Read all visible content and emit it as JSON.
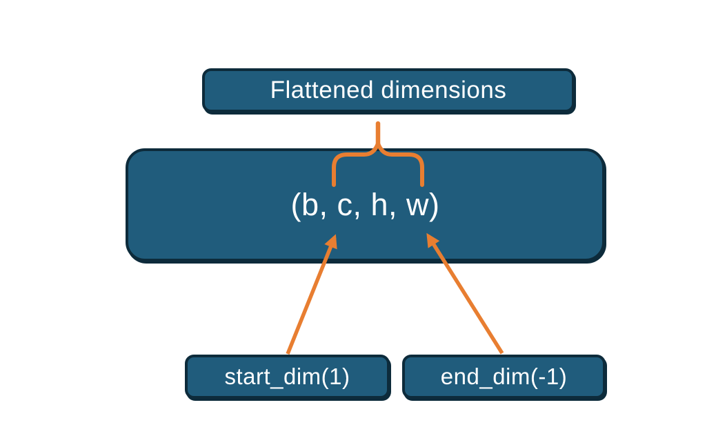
{
  "diagram": {
    "title": "Flatten operation dimensions diagram",
    "nodes": {
      "flattened_label": "Flattened dimensions",
      "tensor_shape": "(b, c, h, w)",
      "start_dim": "start_dim(1)",
      "end_dim": "end_dim(-1)"
    },
    "connectors": {
      "brace": "brace spanning flattened dims (c, h, w) up to 'Flattened dimensions' label",
      "arrow_start": "arrow from start_dim(1) to dimension c",
      "arrow_end": "arrow from end_dim(-1) to dimension w"
    },
    "colors": {
      "box_fill": "#205c7c",
      "box_border": "#0d2b3b",
      "text": "#ffffff",
      "connector_orange": "#e87e31",
      "background": "#ffffff"
    }
  }
}
